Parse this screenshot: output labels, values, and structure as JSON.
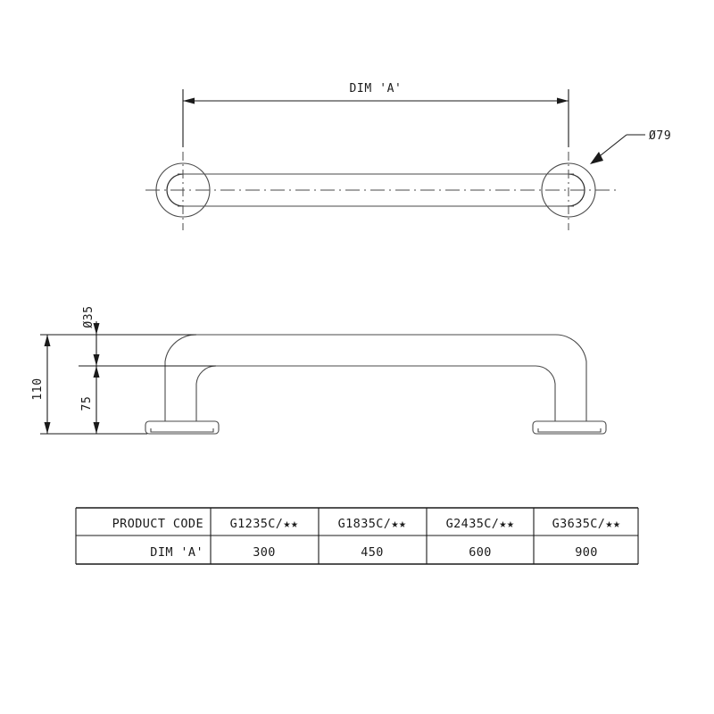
{
  "drawing": {
    "title": "Grab Rail Technical Drawing",
    "views": {
      "plan": {
        "name": "plan-view",
        "dimension_label": "DIM 'A'",
        "flange_diameter_label": "Ø79"
      },
      "elevation": {
        "name": "side-elevation-view",
        "tube_diameter_label": "Ø35",
        "overall_height_label": "110",
        "centre_height_label": "75"
      }
    }
  },
  "table": {
    "name": "product-code-table",
    "rows": [
      {
        "header": "PRODUCT CODE",
        "cells": [
          "G1235C/★★",
          "G1835C/★★",
          "G2435C/★★",
          "G3635C/★★"
        ]
      },
      {
        "header": "DIM 'A'",
        "cells": [
          "300",
          "450",
          "600",
          "900"
        ]
      }
    ]
  },
  "colors": {
    "line": "#1a1a1a",
    "outline": "#4a4a4a",
    "background": "#ffffff"
  }
}
